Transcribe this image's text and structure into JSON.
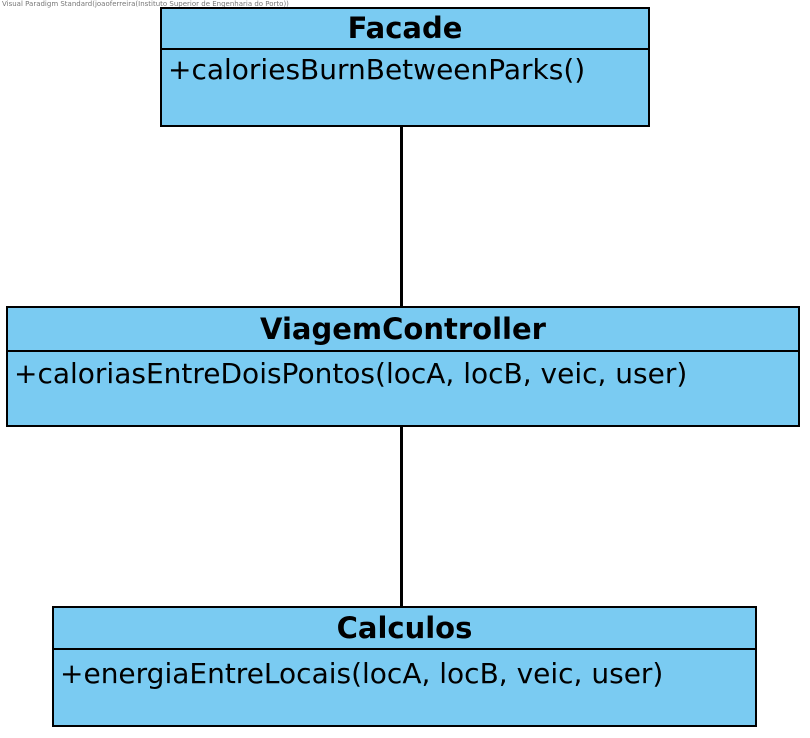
{
  "watermark": "Visual Paradigm Standard(joaoferreira(Instituto Superior de Engenharia do Porto))",
  "classes": [
    {
      "name": "Facade",
      "operations": [
        "+caloriesBurnBetweenParks()"
      ]
    },
    {
      "name": "ViagemController",
      "operations": [
        "+caloriasEntreDoisPontos(locA, locB, veic, user)"
      ]
    },
    {
      "name": "Calculos",
      "operations": [
        "+energiaEntreLocais(locA, locB, veic, user)"
      ]
    }
  ],
  "colors": {
    "class_fill": "#7acbf2",
    "border": "#000000"
  }
}
